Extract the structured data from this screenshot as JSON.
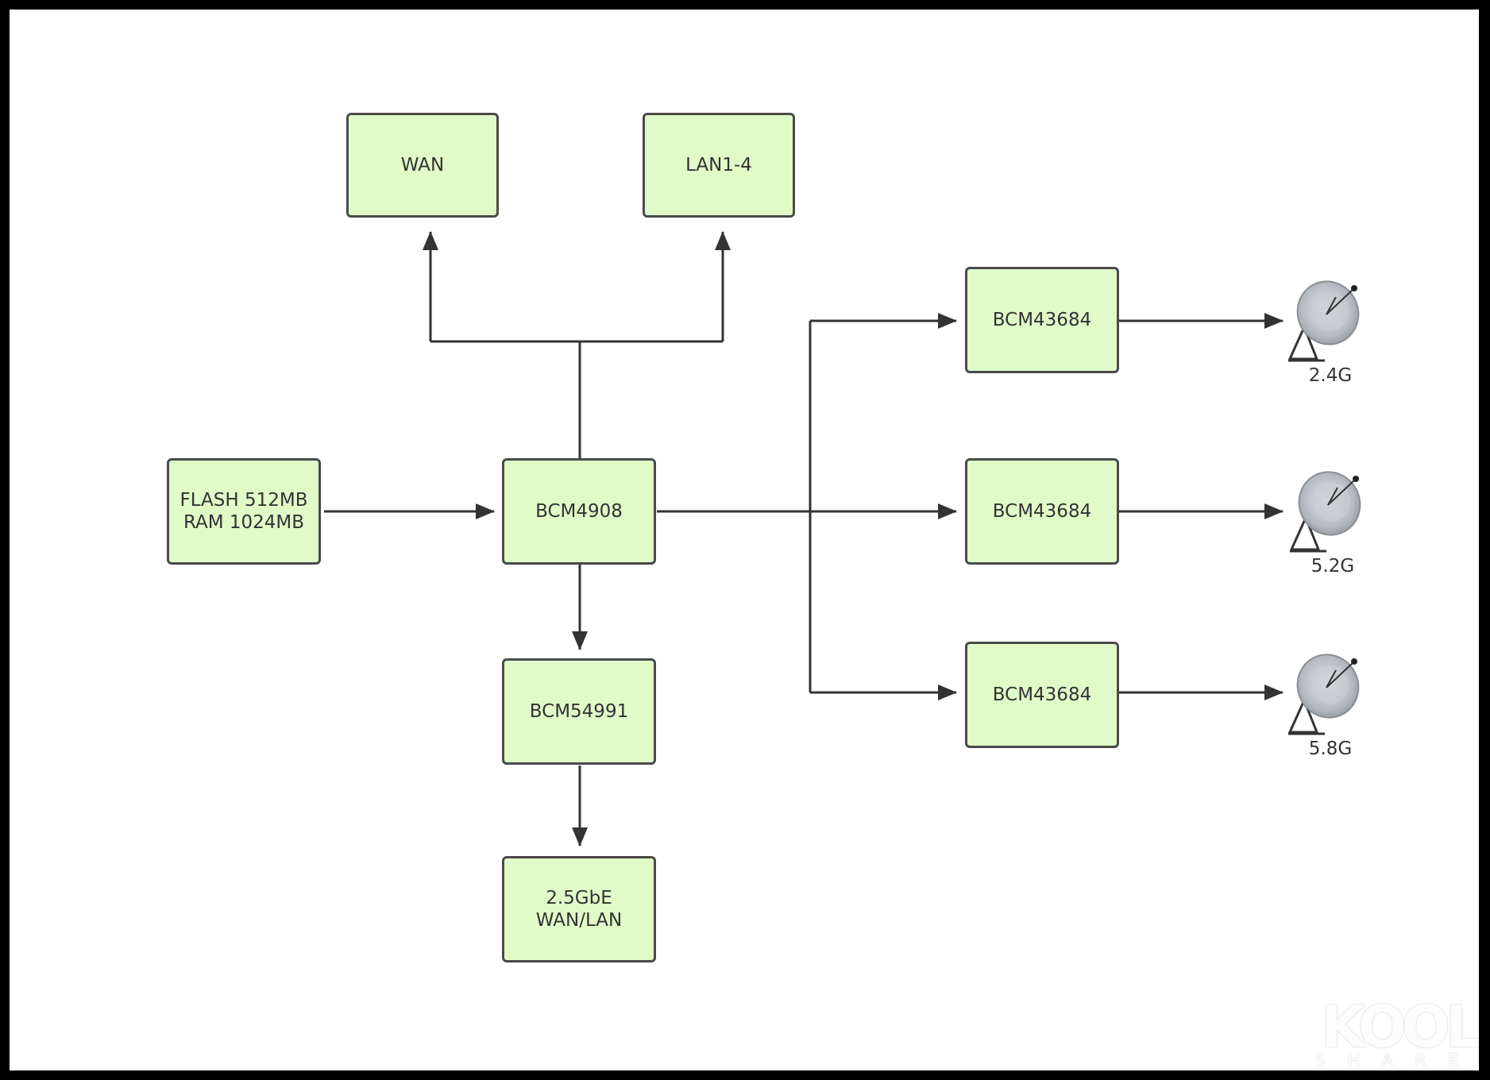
{
  "nodes": {
    "wan": "WAN",
    "lan": "LAN1-4",
    "flash_line1": "FLASH 512MB",
    "flash_line2": "RAM 1024MB",
    "soc": "BCM4908",
    "phy": "BCM54991",
    "port_line1": "2.5GbE",
    "port_line2": "WAN/LAN",
    "radio1": "BCM43684",
    "radio2": "BCM43684",
    "radio3": "BCM43684"
  },
  "antennas": {
    "a1": "2.4G",
    "a2": "5.2G",
    "a3": "5.8G",
    "icon": "satellite-dish-antenna-icon"
  },
  "watermark": {
    "logo": "KOOL",
    "sub": "SHARE"
  },
  "colors": {
    "node_fill": "#e0fbc8",
    "node_border": "#4a4a4a",
    "connector": "#333333",
    "frame": "#000000"
  }
}
